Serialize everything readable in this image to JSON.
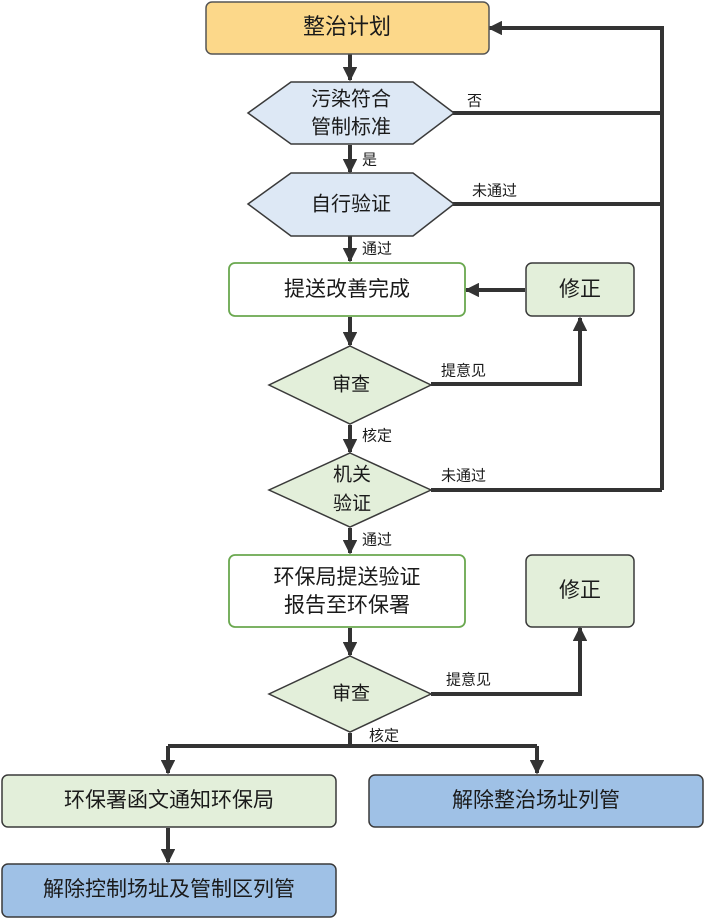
{
  "nodes": {
    "plan": {
      "label": "整治计划"
    },
    "meets_standard": {
      "line1": "污染符合",
      "line2": "管制标准"
    },
    "self_verify": {
      "label": "自行验证"
    },
    "submit_improvement": {
      "label": "提送改善完成"
    },
    "revise_1": {
      "label": "修正"
    },
    "review_1": {
      "label": "审查"
    },
    "agency_verify": {
      "line1": "机关",
      "line2": "验证"
    },
    "submit_report": {
      "line1": "环保局提送验证",
      "line2": "报告至环保署"
    },
    "revise_2": {
      "label": "修正"
    },
    "review_2": {
      "label": "审查"
    },
    "notify_letter": {
      "label": "环保署函文通知环保局"
    },
    "delist_remediation": {
      "label": "解除整治场址列管"
    },
    "delist_control": {
      "label": "解除控制场址及管制区列管"
    }
  },
  "edges": {
    "no": "否",
    "yes": "是",
    "not_passed_1": "未通过",
    "passed_1": "通过",
    "comments_1": "提意见",
    "approved_1": "核定",
    "not_passed_2": "未通过",
    "passed_2": "通过",
    "comments_2": "提意见",
    "approved_2": "核定"
  },
  "colors": {
    "start_fill": "#fcd88a",
    "decision_blue_fill": "#dde8f5",
    "decision_green_fill": "#e3efda",
    "green_fill": "#e3efda",
    "blue_fill": "#9fc1e6",
    "green_border": "#6aa84f",
    "line": "#333333"
  }
}
